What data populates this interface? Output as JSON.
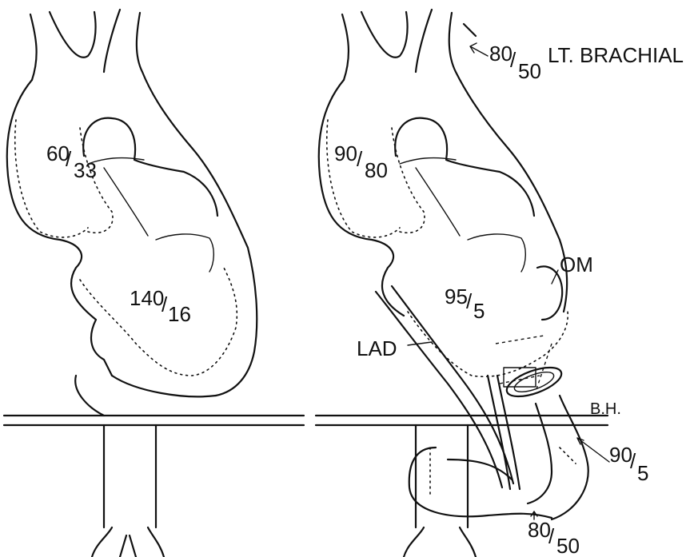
{
  "left_heart": {
    "aorta_pressure": {
      "num": "60",
      "den": "33"
    },
    "lv_pressure": {
      "num": "140",
      "den": "16"
    }
  },
  "right_heart": {
    "brachial": {
      "num": "80",
      "den": "50",
      "label": "LT. BRACHIAL"
    },
    "aorta_pressure": {
      "num": "90",
      "den": "80"
    },
    "lv_pressure": {
      "num": "95",
      "den": "5"
    },
    "om_label": "OM",
    "lad_label": "LAD",
    "conduit_pressure": {
      "num": "90",
      "den": "5"
    },
    "distal_pressure": {
      "num": "80",
      "den": "50"
    },
    "signature": "B.H."
  }
}
